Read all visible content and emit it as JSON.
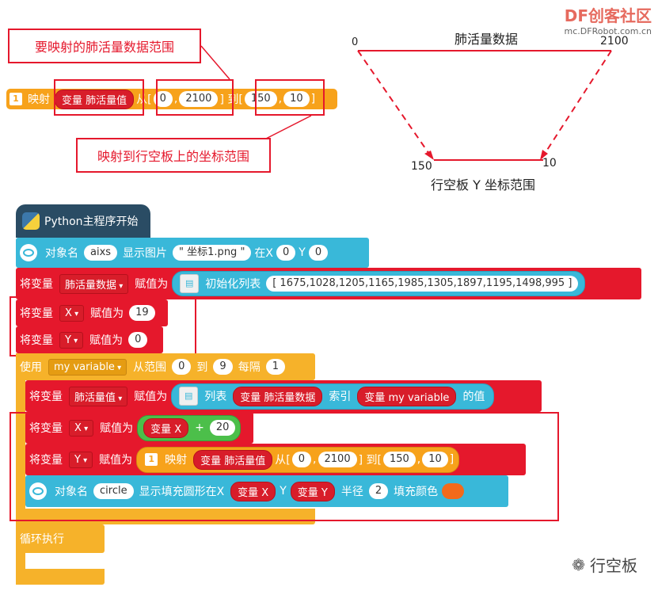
{
  "watermark": {
    "brand": "DF创客社区",
    "url": "mc.DFRobot.com.cn"
  },
  "annotations": {
    "map_range": "要映射的肺活量数据范围",
    "target_range": "映射到行空板上的坐标范围"
  },
  "diagram": {
    "top_label": "肺活量数据",
    "top_left": "0",
    "top_right": "2100",
    "bottom_left": "150",
    "bottom_right": "10",
    "bottom_label": "行空板 Y 坐标范围"
  },
  "map_block": {
    "icon": "1",
    "label": "映射",
    "var": "变量 肺活量值",
    "from": "从[",
    "a": "0",
    "b": "2100",
    "to": "] 到[",
    "c": "150",
    "d": "10",
    "close": "]"
  },
  "main": {
    "hat": "Python主程序开始",
    "show_image": {
      "label1": "对象名",
      "name": "aixs",
      "label2": "显示图片",
      "file": "\" 坐标1.png \"",
      "label3": "在X",
      "x": "0",
      "label4": "Y",
      "y": "0"
    },
    "set_list": {
      "label1": "将变量",
      "var": "肺活量数据",
      "label2": "赋值为",
      "label3": "初始化列表",
      "list": "[ 1675,1028,1205,1165,1985,1305,1897,1195,1498,995 ]"
    },
    "set_x": {
      "label1": "将变量",
      "var": "X",
      "label2": "赋值为",
      "value": "19"
    },
    "set_y": {
      "label1": "将变量",
      "var": "Y",
      "label2": "赋值为",
      "value": "0"
    },
    "for_loop": {
      "label1": "使用",
      "var": "my variable",
      "label2": "从范围",
      "start": "0",
      "label3": "到",
      "end": "9",
      "label4": "每隔",
      "step": "1"
    },
    "get_item": {
      "label1": "将变量",
      "var": "肺活量值",
      "label2": "赋值为",
      "label3": "列表",
      "list_var": "变量 肺活量数据",
      "label4": "索引",
      "index_var": "变量 my variable",
      "label5": "的值"
    },
    "add_x": {
      "label1": "将变量",
      "var": "X",
      "label2": "赋值为",
      "operand": "变量 X",
      "op": "+",
      "value": "20"
    },
    "map_y": {
      "label1": "将变量",
      "var": "Y",
      "label2": "赋值为",
      "icon": "1",
      "label3": "映射",
      "var2": "变量 肺活量值",
      "from": "从[",
      "a": "0",
      "b": "2100",
      "to": "] 到[",
      "c": "150",
      "d": "10",
      "close": "]"
    },
    "circle": {
      "label1": "对象名",
      "name": "circle",
      "label2": "显示填充圆形在X",
      "x": "变量 X",
      "label3": "Y",
      "y": "变量 Y",
      "label4": "半径",
      "r": "2",
      "label5": "填充颜色",
      "color": "#f26a1b"
    },
    "loop": "循环执行"
  },
  "footer": {
    "wechat": "行空板"
  },
  "colors": {
    "orange": "#f7a21b",
    "red": "#e5182c",
    "cyan": "#39b8d9",
    "yellow": "#f6b22a"
  }
}
